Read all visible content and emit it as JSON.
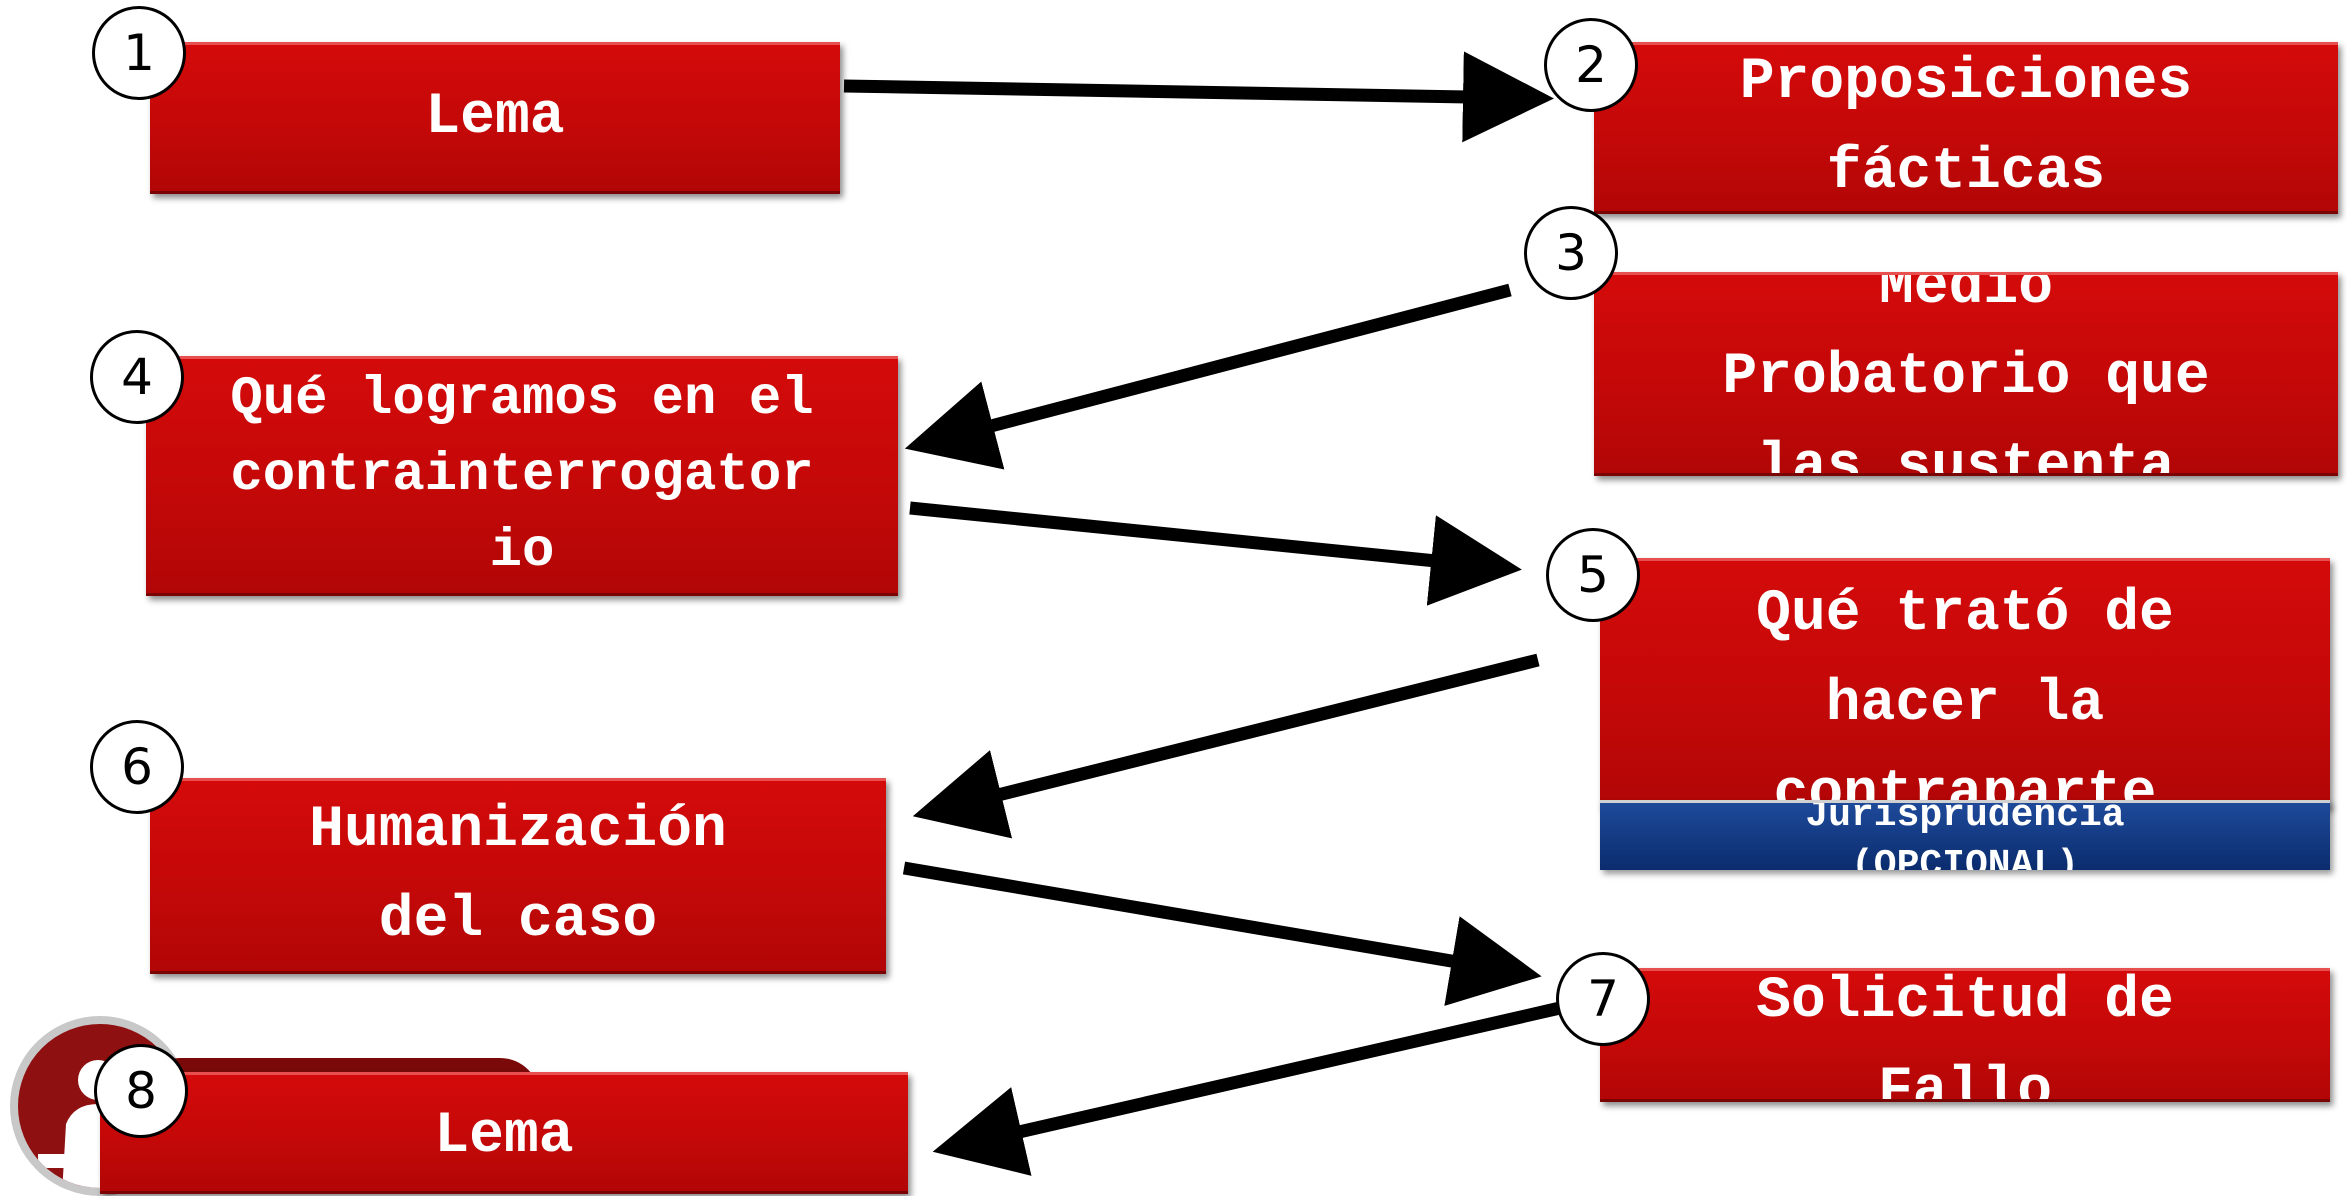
{
  "steps": [
    {
      "number": "1",
      "label": "Lema"
    },
    {
      "number": "2",
      "label": "Proposiciones\nfácticas"
    },
    {
      "number": "3",
      "label": "Medio\nProbatorio que\nlas sustenta"
    },
    {
      "number": "4",
      "label": "Qué logramos en el\ncontrainterrogator\nio"
    },
    {
      "number": "5",
      "label": "Qué trató de\nhacer la\ncontraparte"
    },
    {
      "number": "6",
      "label": "Humanización\ndel caso"
    },
    {
      "number": "7",
      "label": "Solicitud de\nFallo"
    },
    {
      "number": "8",
      "label": "Lema"
    }
  ],
  "jurisprudencia": {
    "label": "Jurisprudencia\n(OPCIONAL)"
  },
  "colors": {
    "box": "#c40808",
    "blue_box": "#0b2c6e",
    "arrow": "#000000"
  },
  "icons": {
    "avatar": "judge-avatar-icon"
  }
}
